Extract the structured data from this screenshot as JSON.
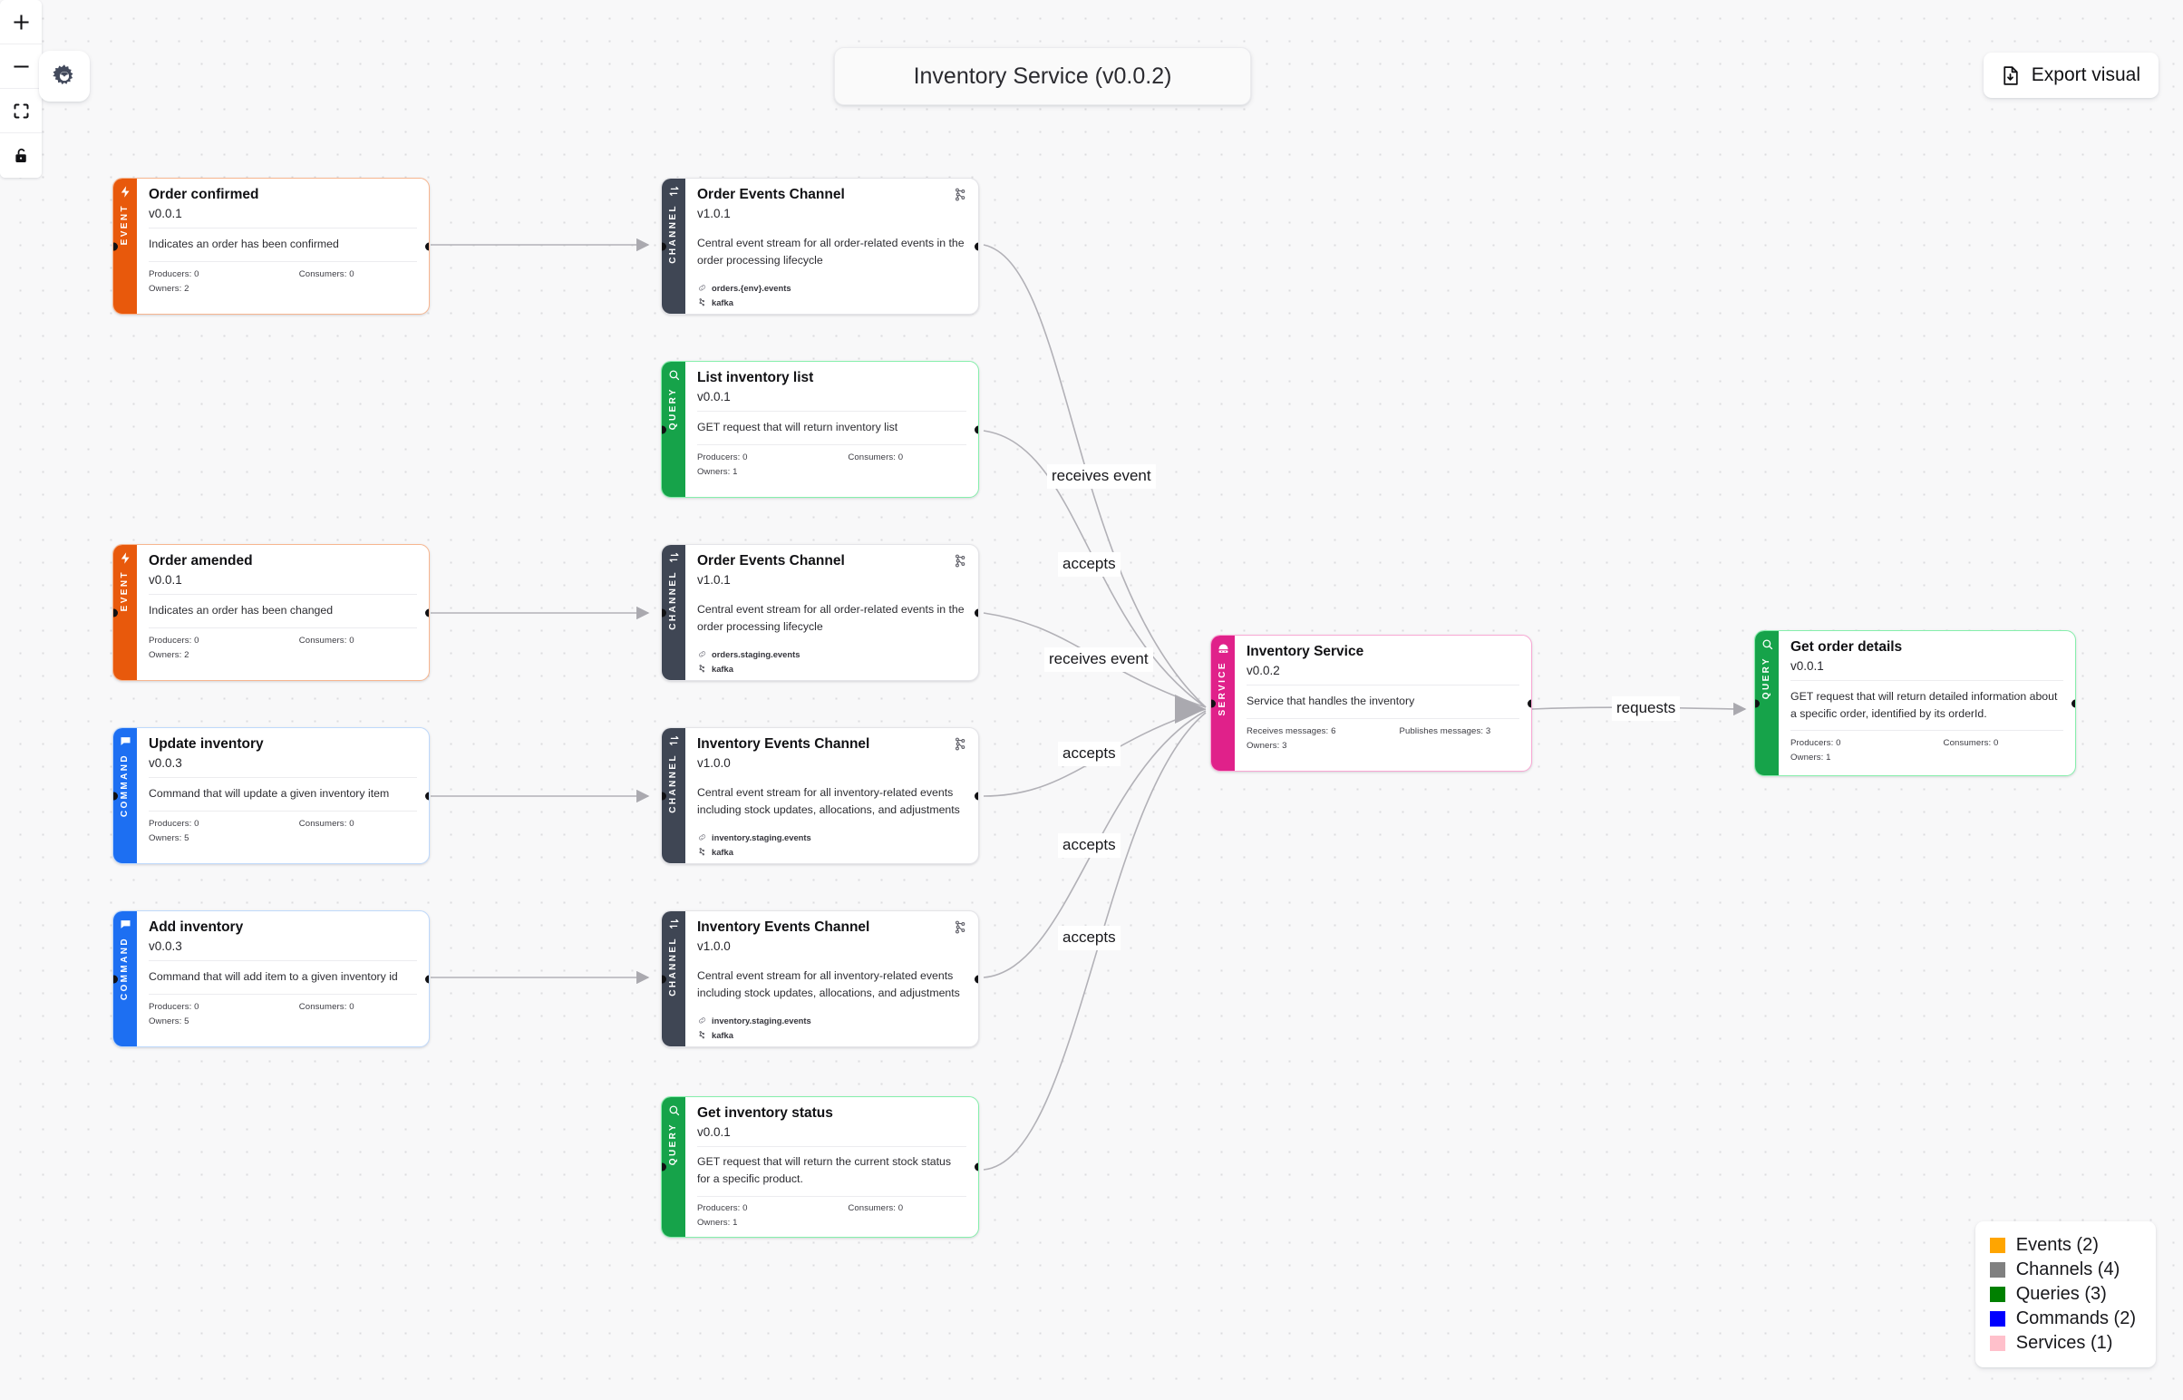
{
  "header": {
    "title": "Inventory Service (v0.0.2)",
    "export_label": "Export visual",
    "export_icon": "file-download-icon",
    "settings_icon": "gear-icon"
  },
  "controls": {
    "zoom_in": "zoom-in-icon",
    "zoom_out": "zoom-out-icon",
    "fit_view": "fit-view-icon",
    "lock": "unlock-icon"
  },
  "legend": {
    "items": [
      {
        "label": "Events (2)",
        "color": "#FFA500"
      },
      {
        "label": "Channels (4)",
        "color": "#808080"
      },
      {
        "label": "Queries (3)",
        "color": "#008000"
      },
      {
        "label": "Commands (2)",
        "color": "#0000FF"
      },
      {
        "label": "Services (1)",
        "color": "#FFC0CB"
      }
    ]
  },
  "nodes": [
    {
      "id": "order-confirmed",
      "type": "EVENT",
      "icon": "lightning-bolt-icon",
      "title": "Order confirmed",
      "version": "v0.0.1",
      "description": "Indicates an order has been confirmed",
      "meta": {
        "producers": "Producers: 0",
        "consumers": "Consumers: 0",
        "owners": "Owners: 2"
      }
    },
    {
      "id": "order-events-channel-env",
      "type": "CHANNEL",
      "icon": "exchange-arrows-icon",
      "corner_icon": "nodes-graph-icon",
      "title": "Order Events Channel",
      "version": "v1.0.1",
      "description": "Central event stream for all order-related events in the order processing lifecycle",
      "tags": [
        {
          "icon": "link-icon",
          "text": "orders.{env}.events"
        },
        {
          "icon": "kafka-icon",
          "text": "kafka"
        }
      ]
    },
    {
      "id": "list-inventory-list",
      "type": "QUERY",
      "icon": "magnifier-icon",
      "title": "List inventory list",
      "version": "v0.0.1",
      "description": "GET request that will return inventory list",
      "meta": {
        "producers": "Producers: 0",
        "consumers": "Consumers: 0",
        "owners": "Owners: 1"
      }
    },
    {
      "id": "order-amended",
      "type": "EVENT",
      "icon": "lightning-bolt-icon",
      "title": "Order amended",
      "version": "v0.0.1",
      "description": "Indicates an order has been changed",
      "meta": {
        "producers": "Producers: 0",
        "consumers": "Consumers: 0",
        "owners": "Owners: 2"
      }
    },
    {
      "id": "order-events-channel-staging",
      "type": "CHANNEL",
      "icon": "exchange-arrows-icon",
      "corner_icon": "nodes-graph-icon",
      "title": "Order Events Channel",
      "version": "v1.0.1",
      "description": "Central event stream for all order-related events in the order processing lifecycle",
      "tags": [
        {
          "icon": "link-icon",
          "text": "orders.staging.events"
        },
        {
          "icon": "kafka-icon",
          "text": "kafka"
        }
      ]
    },
    {
      "id": "update-inventory",
      "type": "COMMAND",
      "icon": "speech-bubble-icon",
      "title": "Update inventory",
      "version": "v0.0.3",
      "description": "Command that will update a given inventory item",
      "meta": {
        "producers": "Producers: 0",
        "consumers": "Consumers: 0",
        "owners": "Owners: 5"
      }
    },
    {
      "id": "inventory-events-channel-1",
      "type": "CHANNEL",
      "icon": "exchange-arrows-icon",
      "corner_icon": "nodes-graph-icon",
      "title": "Inventory Events Channel",
      "version": "v1.0.0",
      "description": "Central event stream for all inventory-related events including stock updates, allocations, and adjustments",
      "tags": [
        {
          "icon": "link-icon",
          "text": "inventory.staging.events"
        },
        {
          "icon": "kafka-icon",
          "text": "kafka"
        }
      ]
    },
    {
      "id": "add-inventory",
      "type": "COMMAND",
      "icon": "speech-bubble-icon",
      "title": "Add inventory",
      "version": "v0.0.3",
      "description": "Command that will add item to a given inventory id",
      "meta": {
        "producers": "Producers: 0",
        "consumers": "Consumers: 0",
        "owners": "Owners: 5"
      }
    },
    {
      "id": "inventory-events-channel-2",
      "type": "CHANNEL",
      "icon": "exchange-arrows-icon",
      "corner_icon": "nodes-graph-icon",
      "title": "Inventory Events Channel",
      "version": "v1.0.0",
      "description": "Central event stream for all inventory-related events including stock updates, allocations, and adjustments",
      "tags": [
        {
          "icon": "link-icon",
          "text": "inventory.staging.events"
        },
        {
          "icon": "kafka-icon",
          "text": "kafka"
        }
      ]
    },
    {
      "id": "get-inventory-status",
      "type": "QUERY",
      "icon": "magnifier-icon",
      "title": "Get inventory status",
      "version": "v0.0.1",
      "description": "GET request that will return the current stock status for a specific product.",
      "meta": {
        "producers": "Producers: 0",
        "consumers": "Consumers: 0",
        "owners": "Owners: 1"
      }
    },
    {
      "id": "inventory-service",
      "type": "SERVICE",
      "icon": "server-icon",
      "title": "Inventory Service",
      "version": "v0.0.2",
      "description": "Service that handles the inventory",
      "meta": {
        "producers": "Receives messages: 6",
        "consumers": "Publishes messages: 3",
        "owners": "Owners: 3"
      }
    },
    {
      "id": "get-order-details",
      "type": "QUERY",
      "icon": "magnifier-icon",
      "title": "Get order details",
      "version": "v0.0.1",
      "description": "GET request that will return detailed information about a specific order, identified by its orderId.",
      "meta": {
        "producers": "Producers: 0",
        "consumers": "Consumers: 0",
        "owners": "Owners: 1"
      }
    }
  ],
  "edges": [
    {
      "id": "edge-receives-event-1",
      "label": "receives event"
    },
    {
      "id": "edge-accepts-1",
      "label": "accepts"
    },
    {
      "id": "edge-receives-event-2",
      "label": "receives event"
    },
    {
      "id": "edge-accepts-2",
      "label": "accepts"
    },
    {
      "id": "edge-accepts-3",
      "label": "accepts"
    },
    {
      "id": "edge-accepts-4",
      "label": "accepts"
    },
    {
      "id": "edge-requests",
      "label": "requests"
    }
  ]
}
